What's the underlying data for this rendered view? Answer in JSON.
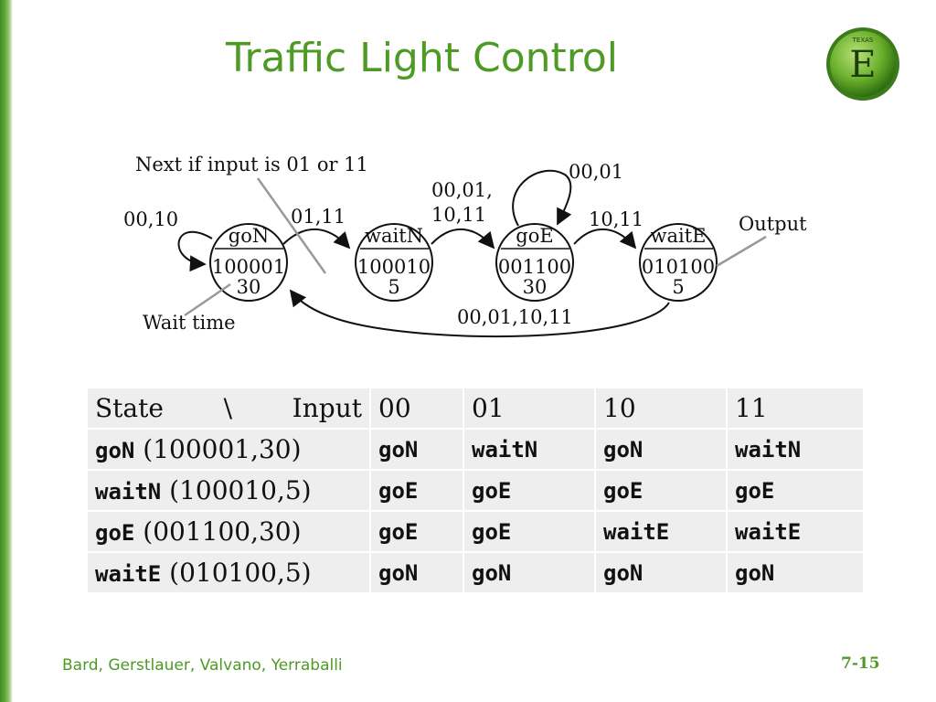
{
  "slide": {
    "title": "Traffic Light Control",
    "footer_authors": "Bard, Gerstlauer, Valvano, Yerraballi",
    "page_number": "7-15",
    "logo_letter": "E",
    "logo_tagline": "TEXAS"
  },
  "diagram": {
    "states": [
      {
        "name": "goN",
        "output": "100001",
        "wait": "30"
      },
      {
        "name": "waitN",
        "output": "100010",
        "wait": "5"
      },
      {
        "name": "goE",
        "output": "001100",
        "wait": "30"
      },
      {
        "name": "waitE",
        "output": "010100",
        "wait": "5"
      }
    ],
    "transition_labels": {
      "goN_self": "00,10",
      "goN_to_waitN": "01,11",
      "waitN_to_goE_line1": "00,01,",
      "waitN_to_goE_line2": "10,11",
      "goE_self": "00,01",
      "goE_to_waitE": "10,11",
      "waitE_to_goN": "00,01,10,11"
    },
    "annotations": {
      "next_if": "Next if input is 01 or 11",
      "output": "Output",
      "wait_time": "Wait time"
    }
  },
  "table": {
    "header": {
      "state_label": "State",
      "separator": "\\",
      "input_label": "Input",
      "inputs": [
        "00",
        "01",
        "10",
        "11"
      ]
    },
    "rows": [
      {
        "state": "goN",
        "params": "(100001,30)",
        "next": [
          "goN",
          "waitN",
          "goN",
          "waitN"
        ]
      },
      {
        "state": "waitN",
        "params": "(100010,5)",
        "next": [
          "goE",
          "goE",
          "goE",
          "goE"
        ]
      },
      {
        "state": "goE",
        "params": "(001100,30)",
        "next": [
          "goE",
          "goE",
          "waitE",
          "waitE"
        ]
      },
      {
        "state": "waitE",
        "params": "(010100,5)",
        "next": [
          "goN",
          "goN",
          "goN",
          "goN"
        ]
      }
    ]
  },
  "colors": {
    "accent": "#4e9a25",
    "table_bg": "#eeeeee"
  }
}
